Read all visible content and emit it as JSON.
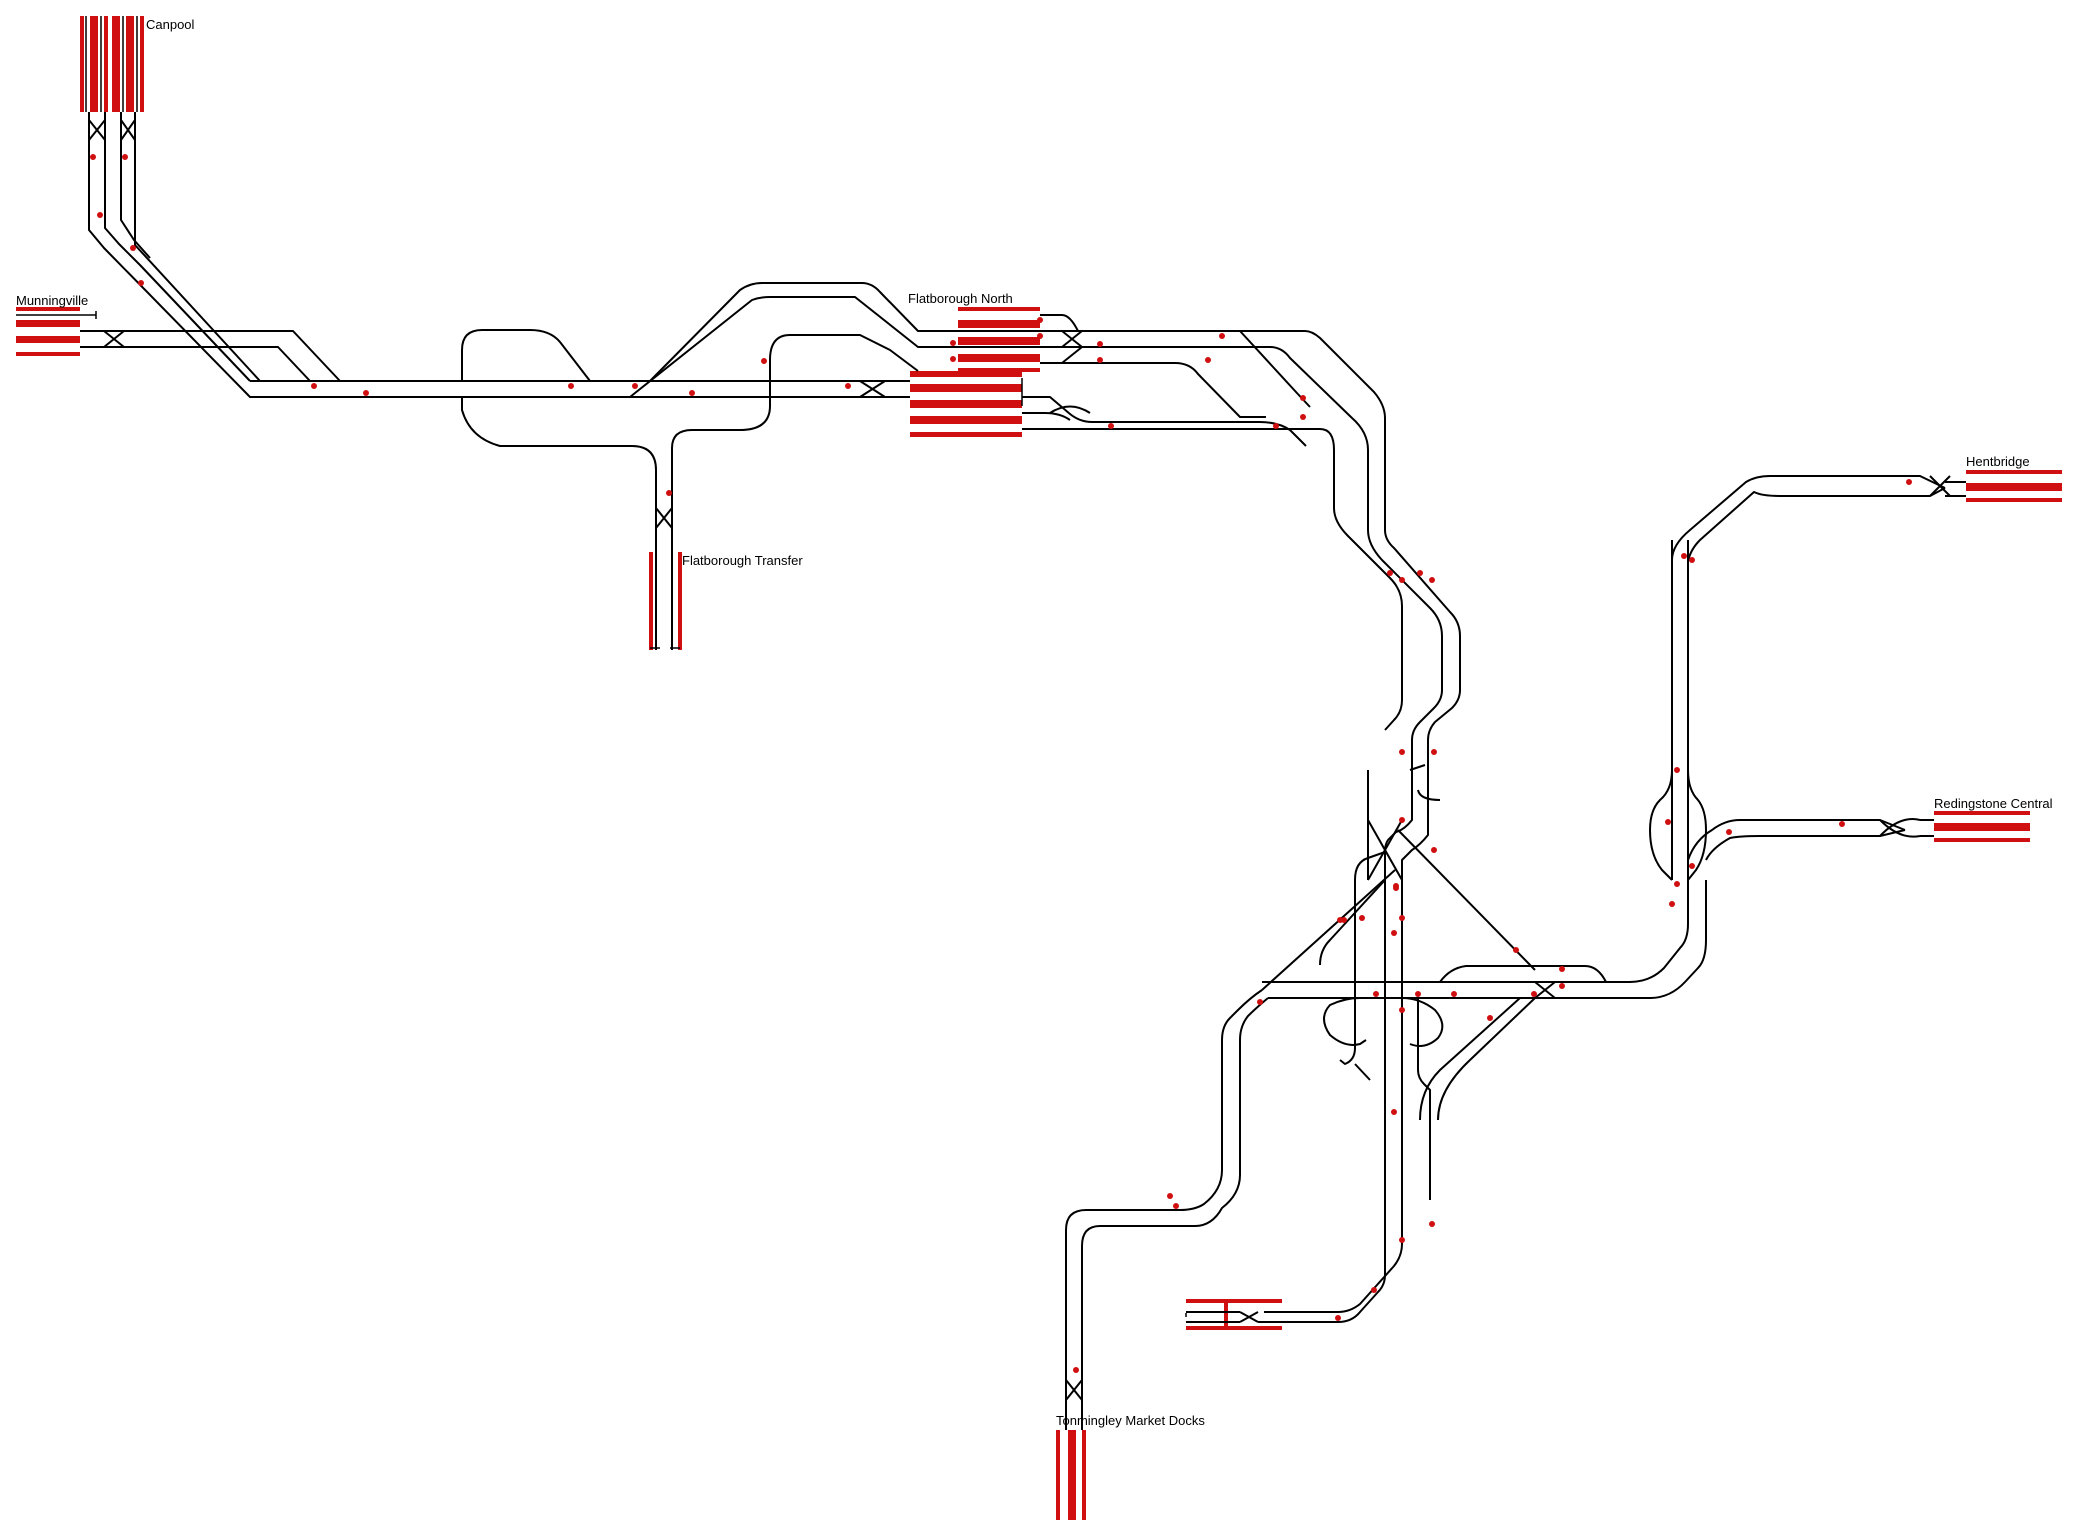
{
  "stations": {
    "canpool": "Canpool",
    "munningville": "Munningville",
    "flatborough_north": "Flatborough North",
    "flatborough_transfer": "Flatborough Transfer",
    "hentbridge": "Hentbridge",
    "redingstone_central": "Redingstone Central",
    "tonmingley_market_docks": "Tonmingley Market Docks"
  },
  "colors": {
    "track": "#000000",
    "platform": "#d01010",
    "signal": "#d01010",
    "background": "#ffffff"
  }
}
